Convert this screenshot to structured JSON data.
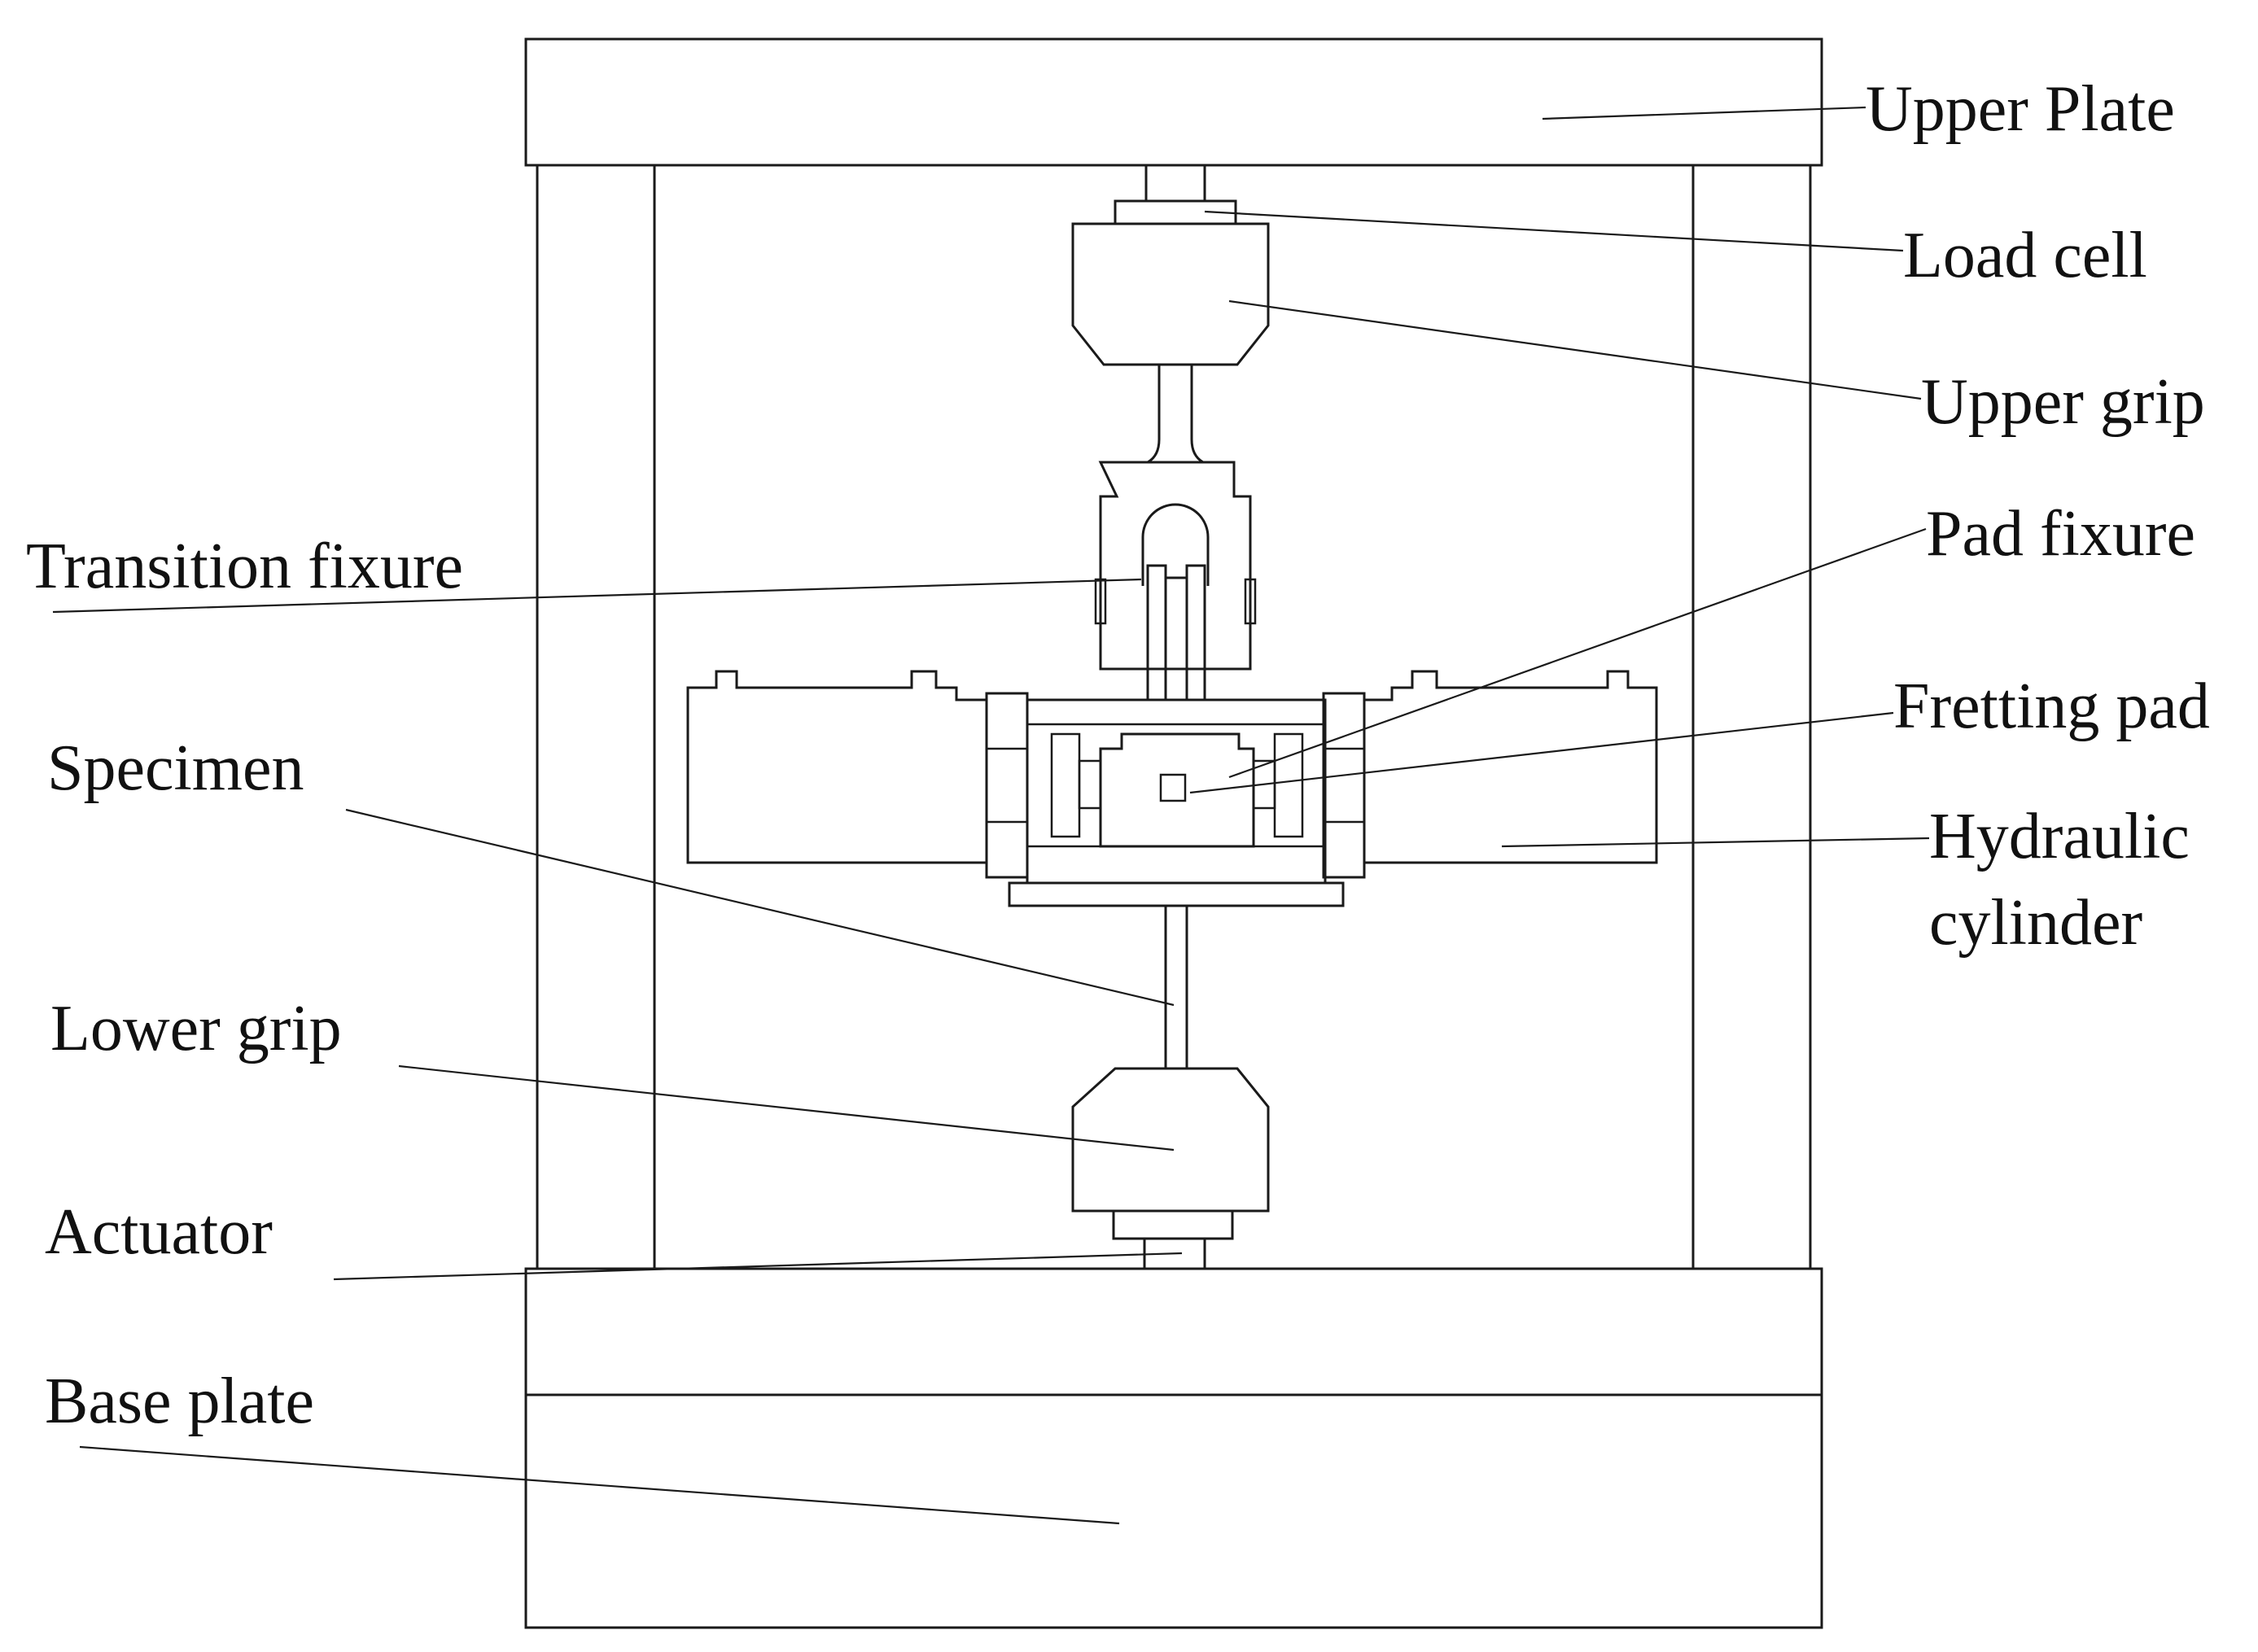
{
  "labels": {
    "upper_plate": "Upper Plate",
    "load_cell": "Load cell",
    "upper_grip": "Upper grip",
    "pad_fixure": "Pad fixure",
    "fretting_pad": "Fretting pad",
    "hydraulic_cylinder_line1": "Hydraulic",
    "hydraulic_cylinder_line2": "cylinder",
    "transition_fixure": "Transition fixure",
    "specimen": "Specimen",
    "lower_grip": "Lower grip",
    "actuator": "Actuator",
    "base_plate": "Base plate"
  },
  "colors": {
    "line": "#1a1a1a",
    "text": "#111111",
    "background": "#ffffff"
  }
}
